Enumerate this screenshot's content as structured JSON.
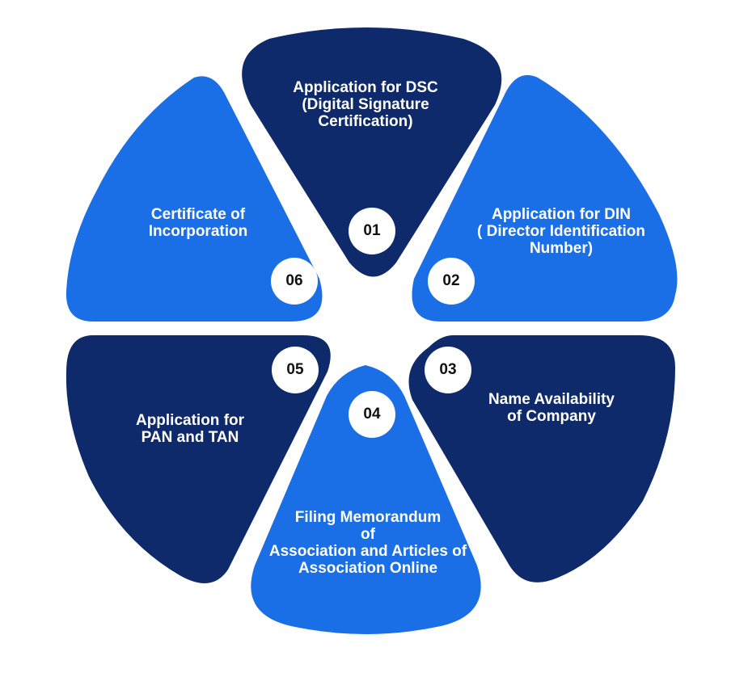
{
  "colors": {
    "dark": "#0e2a6b",
    "bright": "#1a6fe6",
    "badge": "#ffffff"
  },
  "steps": [
    {
      "number": "01",
      "label": "Application for DSC\n(Digital Signature\nCertification)",
      "color": "dark"
    },
    {
      "number": "02",
      "label": "Application for DIN\n( Director Identification\nNumber)",
      "color": "bright"
    },
    {
      "number": "03",
      "label": "Name Availability\nof Company",
      "color": "dark"
    },
    {
      "number": "04",
      "label": "Filing Memorandum\nof\nAssociation and Articles of\nAssociation Online",
      "color": "bright"
    },
    {
      "number": "05",
      "label": "Application for\nPAN and TAN",
      "color": "dark"
    },
    {
      "number": "06",
      "label": "Certificate of\nIncorporation",
      "color": "bright"
    }
  ]
}
